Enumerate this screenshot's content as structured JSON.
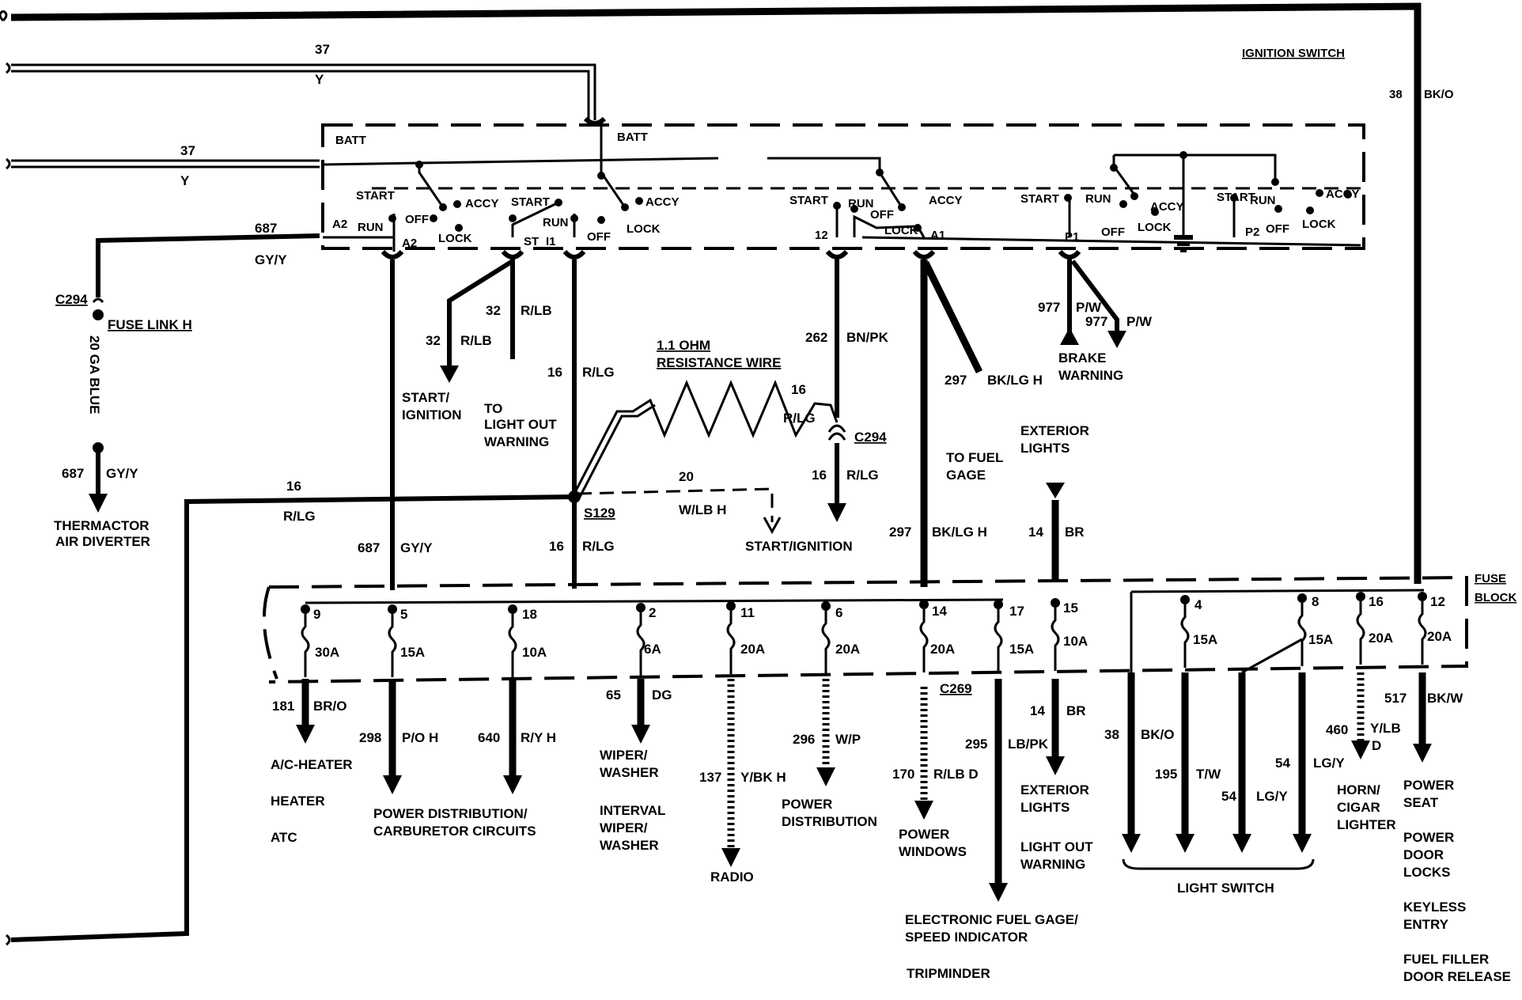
{
  "top_left": {
    "w37a_num": "37",
    "w37a_color": "Y",
    "w37b_num": "37",
    "w37b_color": "Y",
    "w687_num": "687",
    "w687_color": "GY/Y",
    "c294": "C294",
    "fuse_link": "FUSE LINK H",
    "gauge": "20 GA BLUE",
    "w687b_num": "687",
    "w687b_color": "GY/Y",
    "thermactor_1": "THERMACTOR",
    "thermactor_2": "AIR DIVERTER",
    "w16_num": "16",
    "w16_color": "R/LG"
  },
  "ignition_switch": {
    "title": "IGNITION SWITCH",
    "batt1": "BATT",
    "batt2": "BATT",
    "a2_left": "A2",
    "a2_right": "A2",
    "sw1": {
      "start": "START",
      "run": "RUN",
      "off": "OFF",
      "accy": "ACCY",
      "lock": "LOCK"
    },
    "sw2": {
      "start": "START",
      "run": "RUN",
      "off": "OFF",
      "accy": "ACCY",
      "lock": "LOCK",
      "st": "ST",
      "i1": "I1"
    },
    "sw3": {
      "start": "START",
      "run": "RUN",
      "off": "OFF",
      "accy": "ACCY",
      "lock": "LOCK",
      "num12": "12",
      "a1": "A1"
    },
    "sw4": {
      "start": "START",
      "run": "RUN",
      "off": "OFF",
      "accy": "ACCY",
      "lock": "LOCK",
      "p1": "P1"
    },
    "sw5": {
      "start": "START",
      "run": "RUN",
      "off": "OFF",
      "accy": "ACCY",
      "lock": "LOCK",
      "p2": "P2"
    },
    "w38_num": "38",
    "w38_color": "BK/O"
  },
  "middle": {
    "w32a_num": "32",
    "w32a_color": "R/LB",
    "w32b_num": "32",
    "w32b_color": "R/LB",
    "light_out_1": "TO",
    "light_out_2": "LIGHT OUT",
    "light_out_3": "WARNING",
    "start_ign_1": "START/",
    "start_ign_2": "IGNITION",
    "w16a_num": "16",
    "w16a_color": "R/LG",
    "res_1": "1.1 OHM",
    "res_2": "RESISTANCE WIRE",
    "w16b_num": "16",
    "w16b_color": "R/LG",
    "c294b": "C294",
    "w16c_num": "16",
    "w16c_color": "R/LG",
    "w262_num": "262",
    "w262_color": "BN/PK",
    "w20_num": "20",
    "w20_color": "W/LB H",
    "s129": "S129",
    "start_ign_dest": "START/IGNITION",
    "w687c_num": "687",
    "w687c_color": "GY/Y",
    "w16d_num": "16",
    "w16d_color": "R/LG",
    "w297a_num": "297",
    "w297a_color": "BK/LG H",
    "fuel_gage_1": "TO FUEL",
    "fuel_gage_2": "GAGE",
    "w297b_num": "297",
    "w297b_color": "BK/LG H",
    "ext_lights_1": "EXTERIOR",
    "ext_lights_2": "LIGHTS",
    "w14a_num": "14",
    "w14a_color": "BR",
    "w977a_num": "977",
    "w977a_color": "P/W",
    "w977b_num": "977",
    "w977b_color": "P/W",
    "brake_1": "BRAKE",
    "brake_2": "WARNING"
  },
  "fuse_block": {
    "title_1": "FUSE",
    "title_2": "BLOCK",
    "fuses": [
      {
        "slot": "9",
        "amp": "30A"
      },
      {
        "slot": "5",
        "amp": "15A"
      },
      {
        "slot": "18",
        "amp": "10A"
      },
      {
        "slot": "2",
        "amp": "6A"
      },
      {
        "slot": "11",
        "amp": "20A"
      },
      {
        "slot": "6",
        "amp": "20A"
      },
      {
        "slot": "14",
        "amp": "20A"
      },
      {
        "slot": "17",
        "amp": "15A"
      },
      {
        "slot": "15",
        "amp": "10A"
      },
      {
        "slot": "4",
        "amp": "15A"
      },
      {
        "slot": "8",
        "amp": "15A"
      },
      {
        "slot": "16",
        "amp": "20A"
      },
      {
        "slot": "12",
        "amp": "20A"
      }
    ],
    "c269": "C269"
  },
  "outputs": {
    "w181_num": "181",
    "w181_color": "BR/O",
    "ac_1": "A/C-HEATER",
    "ac_2": "HEATER",
    "ac_3": "ATC",
    "w298_num": "298",
    "w298_color": "P/O H",
    "w640_num": "640",
    "w640_color": "R/Y H",
    "power_dist_1": "POWER DISTRIBUTION/",
    "power_dist_2": "CARBURETOR CIRCUITS",
    "w65_num": "65",
    "w65_color": "DG",
    "wiper_1": "WIPER/",
    "wiper_2": "WASHER",
    "wiper_3": "INTERVAL",
    "wiper_4": "WIPER/",
    "wiper_5": "WASHER",
    "w137_num": "137",
    "w137_color": "Y/BK H",
    "radio": "RADIO",
    "w296_num": "296",
    "w296_color": "W/P",
    "pd_1": "POWER",
    "pd_2": "DISTRIBUTION",
    "w170_num": "170",
    "w170_color": "R/LB D",
    "pw_1": "POWER",
    "pw_2": "WINDOWS",
    "w295_num": "295",
    "w295_color": "LB/PK",
    "efg_1": "ELECTRONIC FUEL GAGE/",
    "efg_2": "SPEED INDICATOR",
    "efg_3": "TRIPMINDER",
    "w14b_num": "14",
    "w14b_color": "BR",
    "el_1": "EXTERIOR",
    "el_2": "LIGHTS",
    "el_3": "LIGHT OUT",
    "el_4": "WARNING",
    "w38b_num": "38",
    "w38b_color": "BK/O",
    "w195_num": "195",
    "w195_color": "T/W",
    "w54a_num": "54",
    "w54a_color": "LG/Y",
    "w54b_num": "54",
    "w54b_color": "LG/Y",
    "light_switch": "LIGHT SWITCH",
    "w460_num": "460",
    "w460_color_1": "Y/LB",
    "w460_color_2": "D",
    "horn_1": "HORN/",
    "horn_2": "CIGAR",
    "horn_3": "LIGHTER",
    "w517_num": "517",
    "w517_color": "BK/W",
    "ps_1": "POWER",
    "ps_2": "SEAT",
    "ps_3": "POWER",
    "ps_4": "DOOR",
    "ps_5": "LOCKS",
    "ps_6": "KEYLESS",
    "ps_7": "ENTRY",
    "ps_8": "FUEL FILLER",
    "ps_9": "DOOR RELEASE"
  }
}
